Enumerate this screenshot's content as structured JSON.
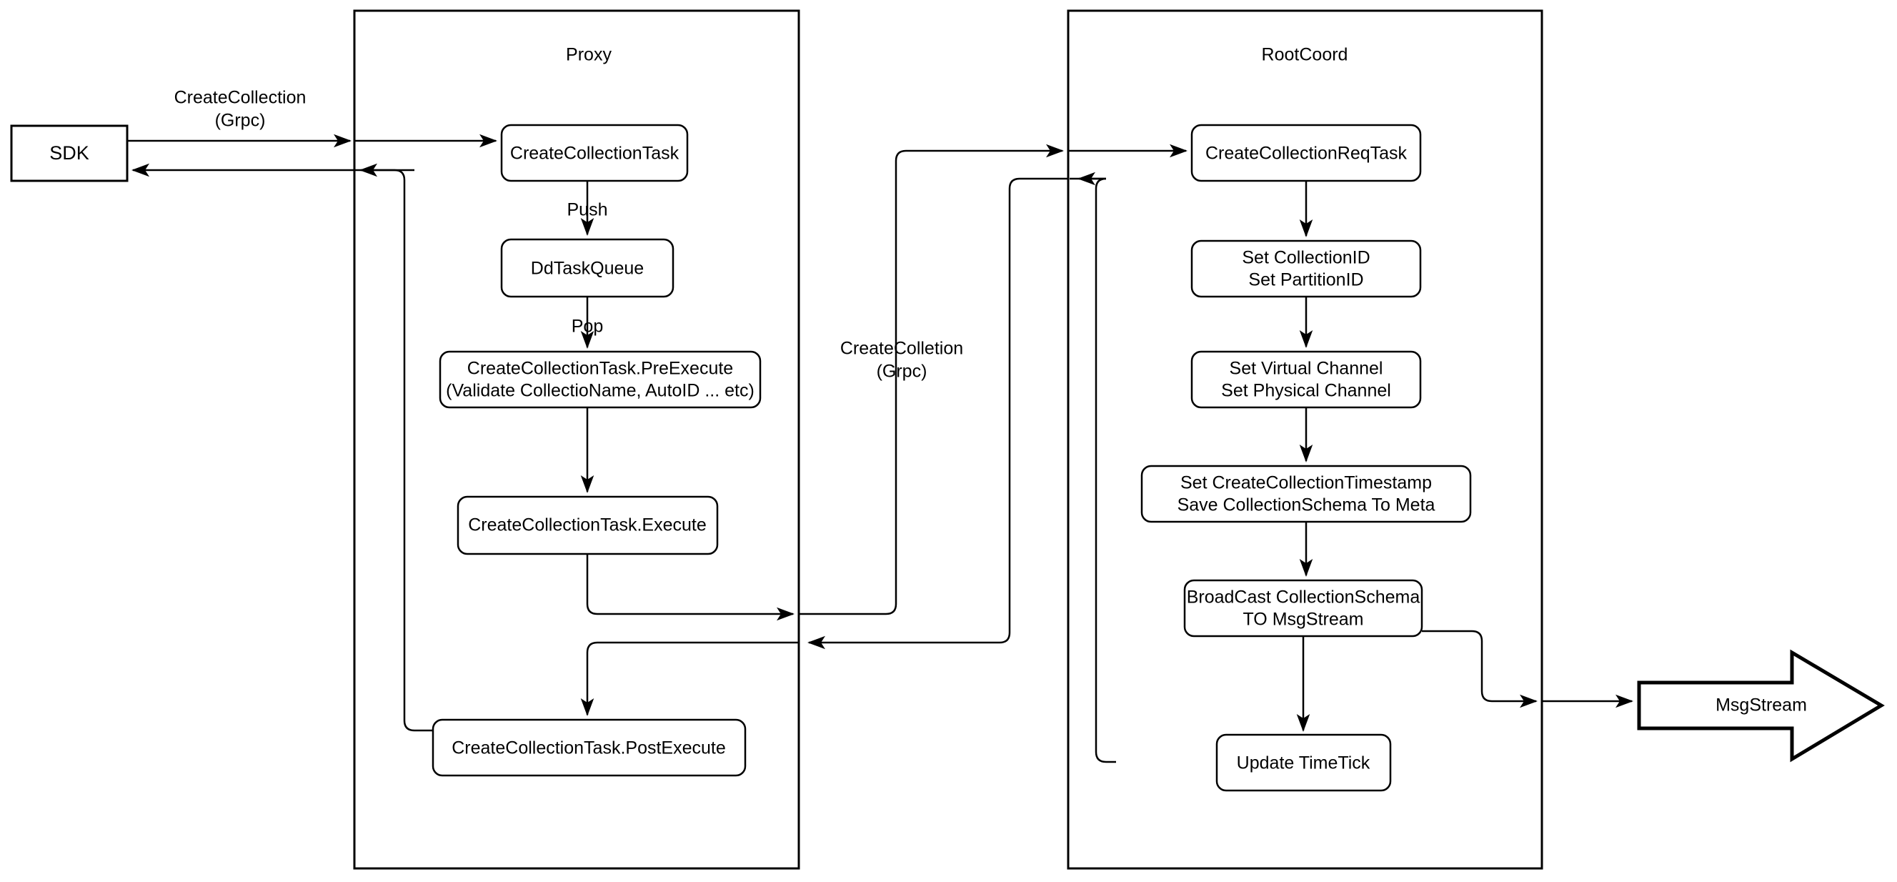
{
  "diagram": {
    "title": "CreateCollection flow",
    "background": "#ffffff",
    "stroke_color": "#000000",
    "containers": [
      {
        "id": "proxy",
        "label": "Proxy"
      },
      {
        "id": "rootcoord",
        "label": "RootCoord"
      }
    ],
    "external_nodes": [
      {
        "id": "sdk",
        "label": "SDK",
        "shape": "rectangle"
      },
      {
        "id": "msgstream",
        "label": "MsgStream",
        "shape": "block-arrow"
      }
    ],
    "proxy_nodes": [
      {
        "id": "create-collection-task",
        "label": "CreateCollectionTask"
      },
      {
        "id": "dd-task-queue",
        "label": "DdTaskQueue"
      },
      {
        "id": "pre-execute",
        "line1": "CreateCollectionTask.PreExecute",
        "line2": "(Validate CollectioName, AutoID ... etc)"
      },
      {
        "id": "execute",
        "label": "CreateCollectionTask.Execute"
      },
      {
        "id": "post-execute",
        "label": "CreateCollectionTask.PostExecute"
      }
    ],
    "rootcoord_nodes": [
      {
        "id": "create-collection-req-task",
        "label": "CreateCollectionReqTask"
      },
      {
        "id": "set-ids",
        "line1": "Set CollectionID",
        "line2": "Set PartitionID"
      },
      {
        "id": "set-channels",
        "line1": "Set Virtual Channel",
        "line2": "Set Physical Channel"
      },
      {
        "id": "set-timestamp",
        "line1": "Set CreateCollectionTimestamp",
        "line2": "Save CollectionSchema To Meta"
      },
      {
        "id": "broadcast",
        "line1": "BroadCast CollectionSchema",
        "line2": "TO MsgStream"
      },
      {
        "id": "update-timetick",
        "label": "Update TimeTick"
      }
    ],
    "edge_labels": [
      {
        "id": "sdk-to-proxy",
        "line1": "CreateCollection",
        "line2": "(Grpc)"
      },
      {
        "id": "push",
        "label": "Push"
      },
      {
        "id": "pop",
        "label": "Pop"
      },
      {
        "id": "proxy-to-rootcoord",
        "line1": "CreateColletion",
        "line2": "(Grpc)"
      }
    ]
  }
}
